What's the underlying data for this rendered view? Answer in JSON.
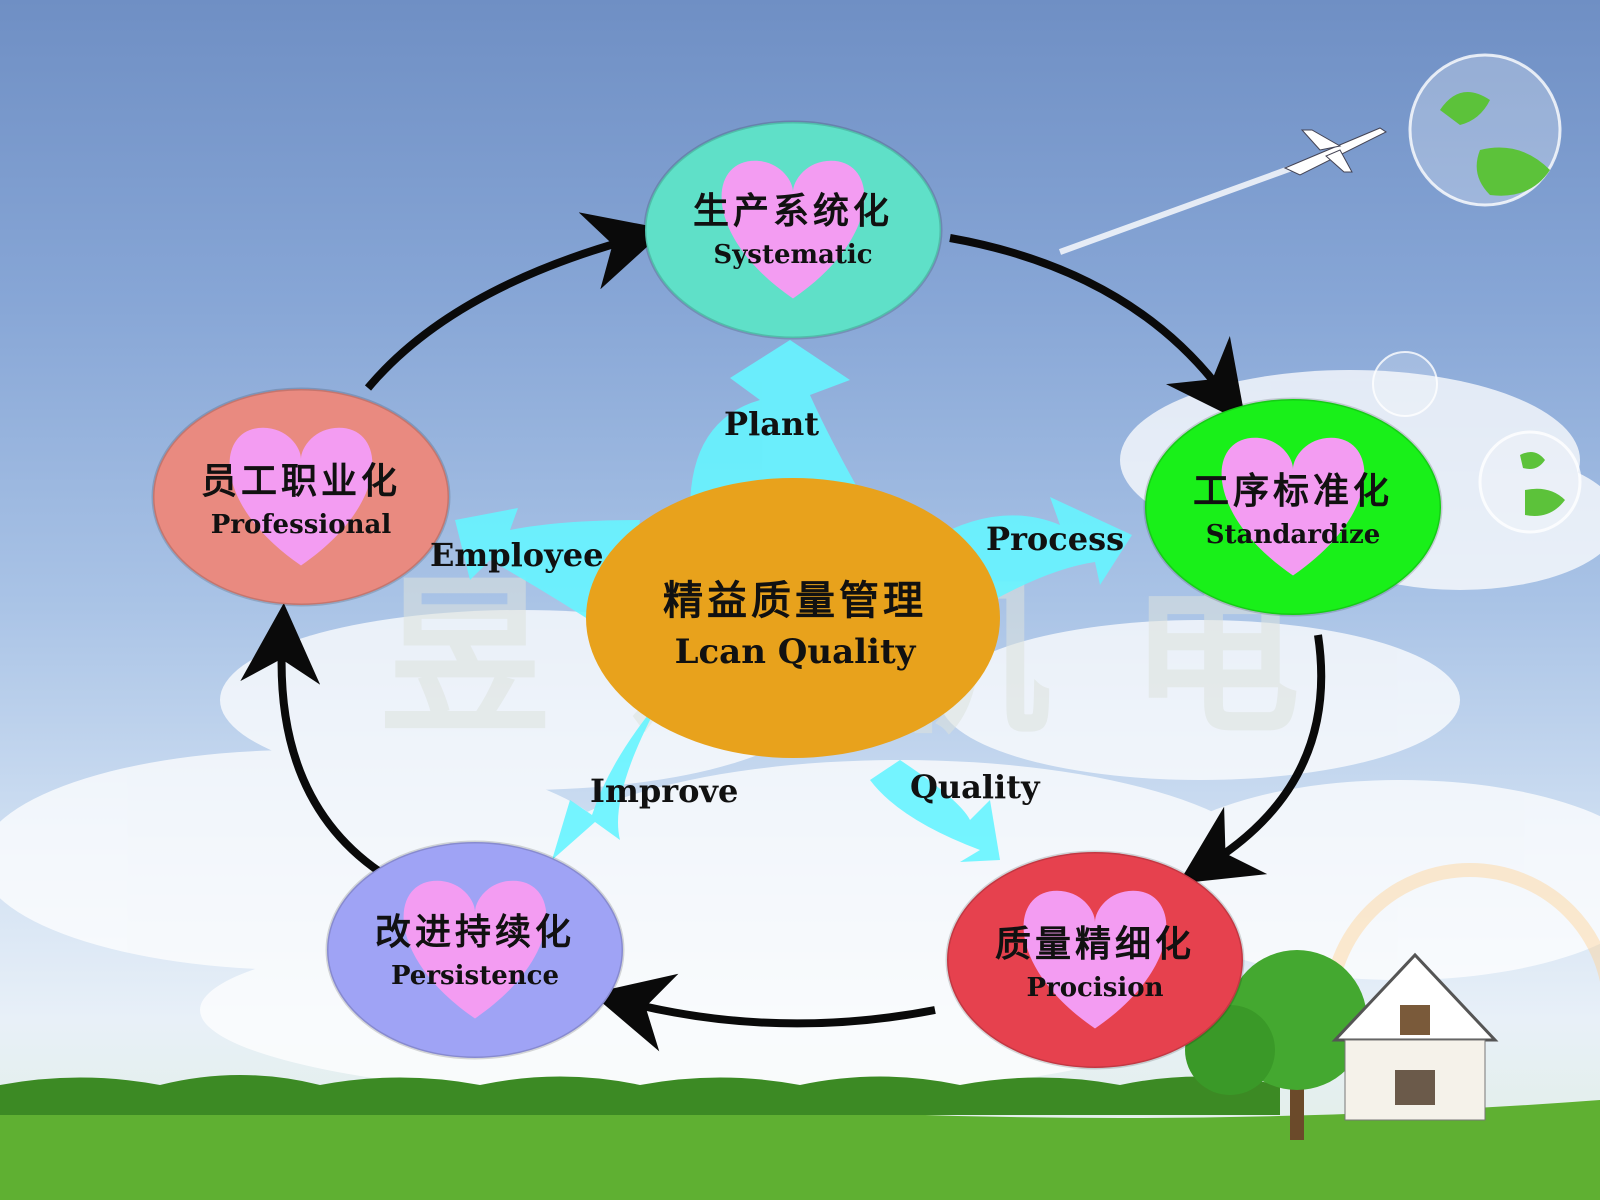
{
  "center": {
    "zh": "精益质量管理",
    "en": "Lcan Quality"
  },
  "watermark": "昱达机电",
  "spokes": {
    "plant": "Plant",
    "process": "Process",
    "quality": "Quality",
    "improve": "Improve",
    "employee": "Employee"
  },
  "nodes": {
    "systematic": {
      "zh": "生产系统化",
      "en": "Systematic",
      "color": "#5fe0c8"
    },
    "standardize": {
      "zh": "工序标准化",
      "en": "Standardize",
      "color": "#19f019"
    },
    "procision": {
      "zh": "质量精细化",
      "en": "Procision",
      "color": "#e6414e"
    },
    "persistence": {
      "zh": "改进持续化",
      "en": "Persistence",
      "color": "#9fa3f5"
    },
    "professional": {
      "zh": "员工职业化",
      "en": "Professional",
      "color": "#e98a80"
    }
  },
  "colors": {
    "center": "#e8a21c",
    "star": "#66f4ff",
    "heart": "#f39cf2",
    "arrow": "#0a0a0a"
  }
}
